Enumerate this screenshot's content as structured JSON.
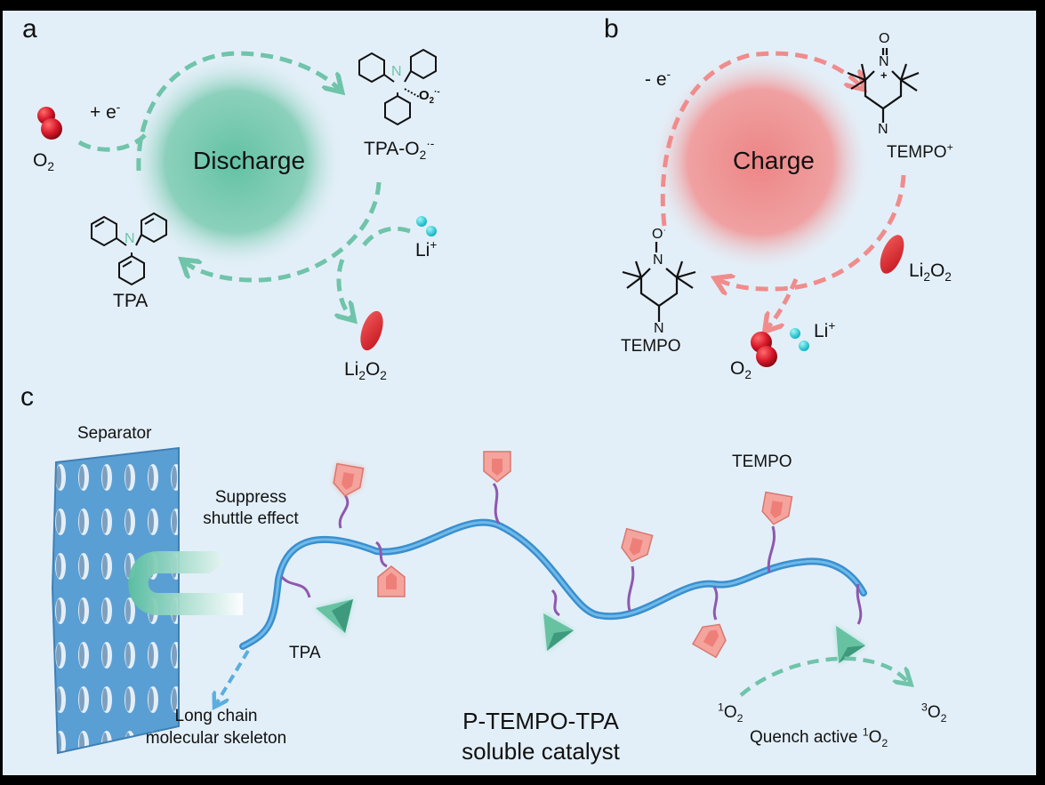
{
  "panels": {
    "a": {
      "letter": "a",
      "center_label": "Discharge",
      "electron_label": "+ e",
      "electron_sup": "-",
      "o2": {
        "main": "O",
        "sub": "2"
      },
      "tpa_label": "TPA",
      "tpa_o2_label": {
        "main": "TPA-O",
        "sub": "2",
        "sup": "·-"
      },
      "tpa_o2_ligand": {
        "main": "O",
        "sub": "2",
        "sup": "·-"
      },
      "n_atom": "N",
      "li_ion": {
        "main": "Li",
        "sup": "+"
      },
      "li2o2": {
        "a": "Li",
        "sub1": "2",
        "b": "O",
        "sub2": "2"
      },
      "colors": {
        "cycle": "#6fc4a9",
        "glow": "#5bbf9f"
      }
    },
    "b": {
      "letter": "b",
      "center_label": "Charge",
      "electron_label": "- e",
      "electron_sup": "-",
      "tempo_plus_label": {
        "main": "TEMPO",
        "sup": "+"
      },
      "tempo_label": "TEMPO",
      "atoms": {
        "O": "O",
        "N": "N",
        "plus": "+",
        "radical": "·"
      },
      "li2o2": {
        "a": "Li",
        "sub1": "2",
        "b": "O",
        "sub2": "2"
      },
      "li_ion": {
        "main": "Li",
        "sup": "+"
      },
      "o2": {
        "main": "O",
        "sub": "2"
      },
      "colors": {
        "cycle": "#f08c8c",
        "glow": "#ee7f7f"
      }
    },
    "c": {
      "letter": "c",
      "separator_label": "Separator",
      "suppress_label_line1": "Suppress",
      "suppress_label_line2": "shuttle effect",
      "tpa_label": "TPA",
      "tempo_label": "TEMPO",
      "skeleton_label_line1": "Long chain",
      "skeleton_label_line2": "molecular skeleton",
      "catalyst_label_line1": "P-TEMPO-TPA",
      "catalyst_label_line2": "soluble catalyst",
      "singlet": {
        "sup": "1",
        "main": "O",
        "sub": "2"
      },
      "triplet": {
        "sup": "3",
        "main": "O",
        "sub": "2"
      },
      "quench_label": {
        "main": "Quench active ",
        "sup": "1",
        "o": "O",
        "sub": "2"
      },
      "colors": {
        "backbone": "#4a9fd8",
        "linker": "#8e58b0",
        "tempo_unit": "#f4a49c",
        "tpa_unit": "#67c2a2",
        "separator": "#5a9fd4"
      }
    }
  },
  "colors": {
    "background": "#e3eff8",
    "frame": "#000000"
  }
}
